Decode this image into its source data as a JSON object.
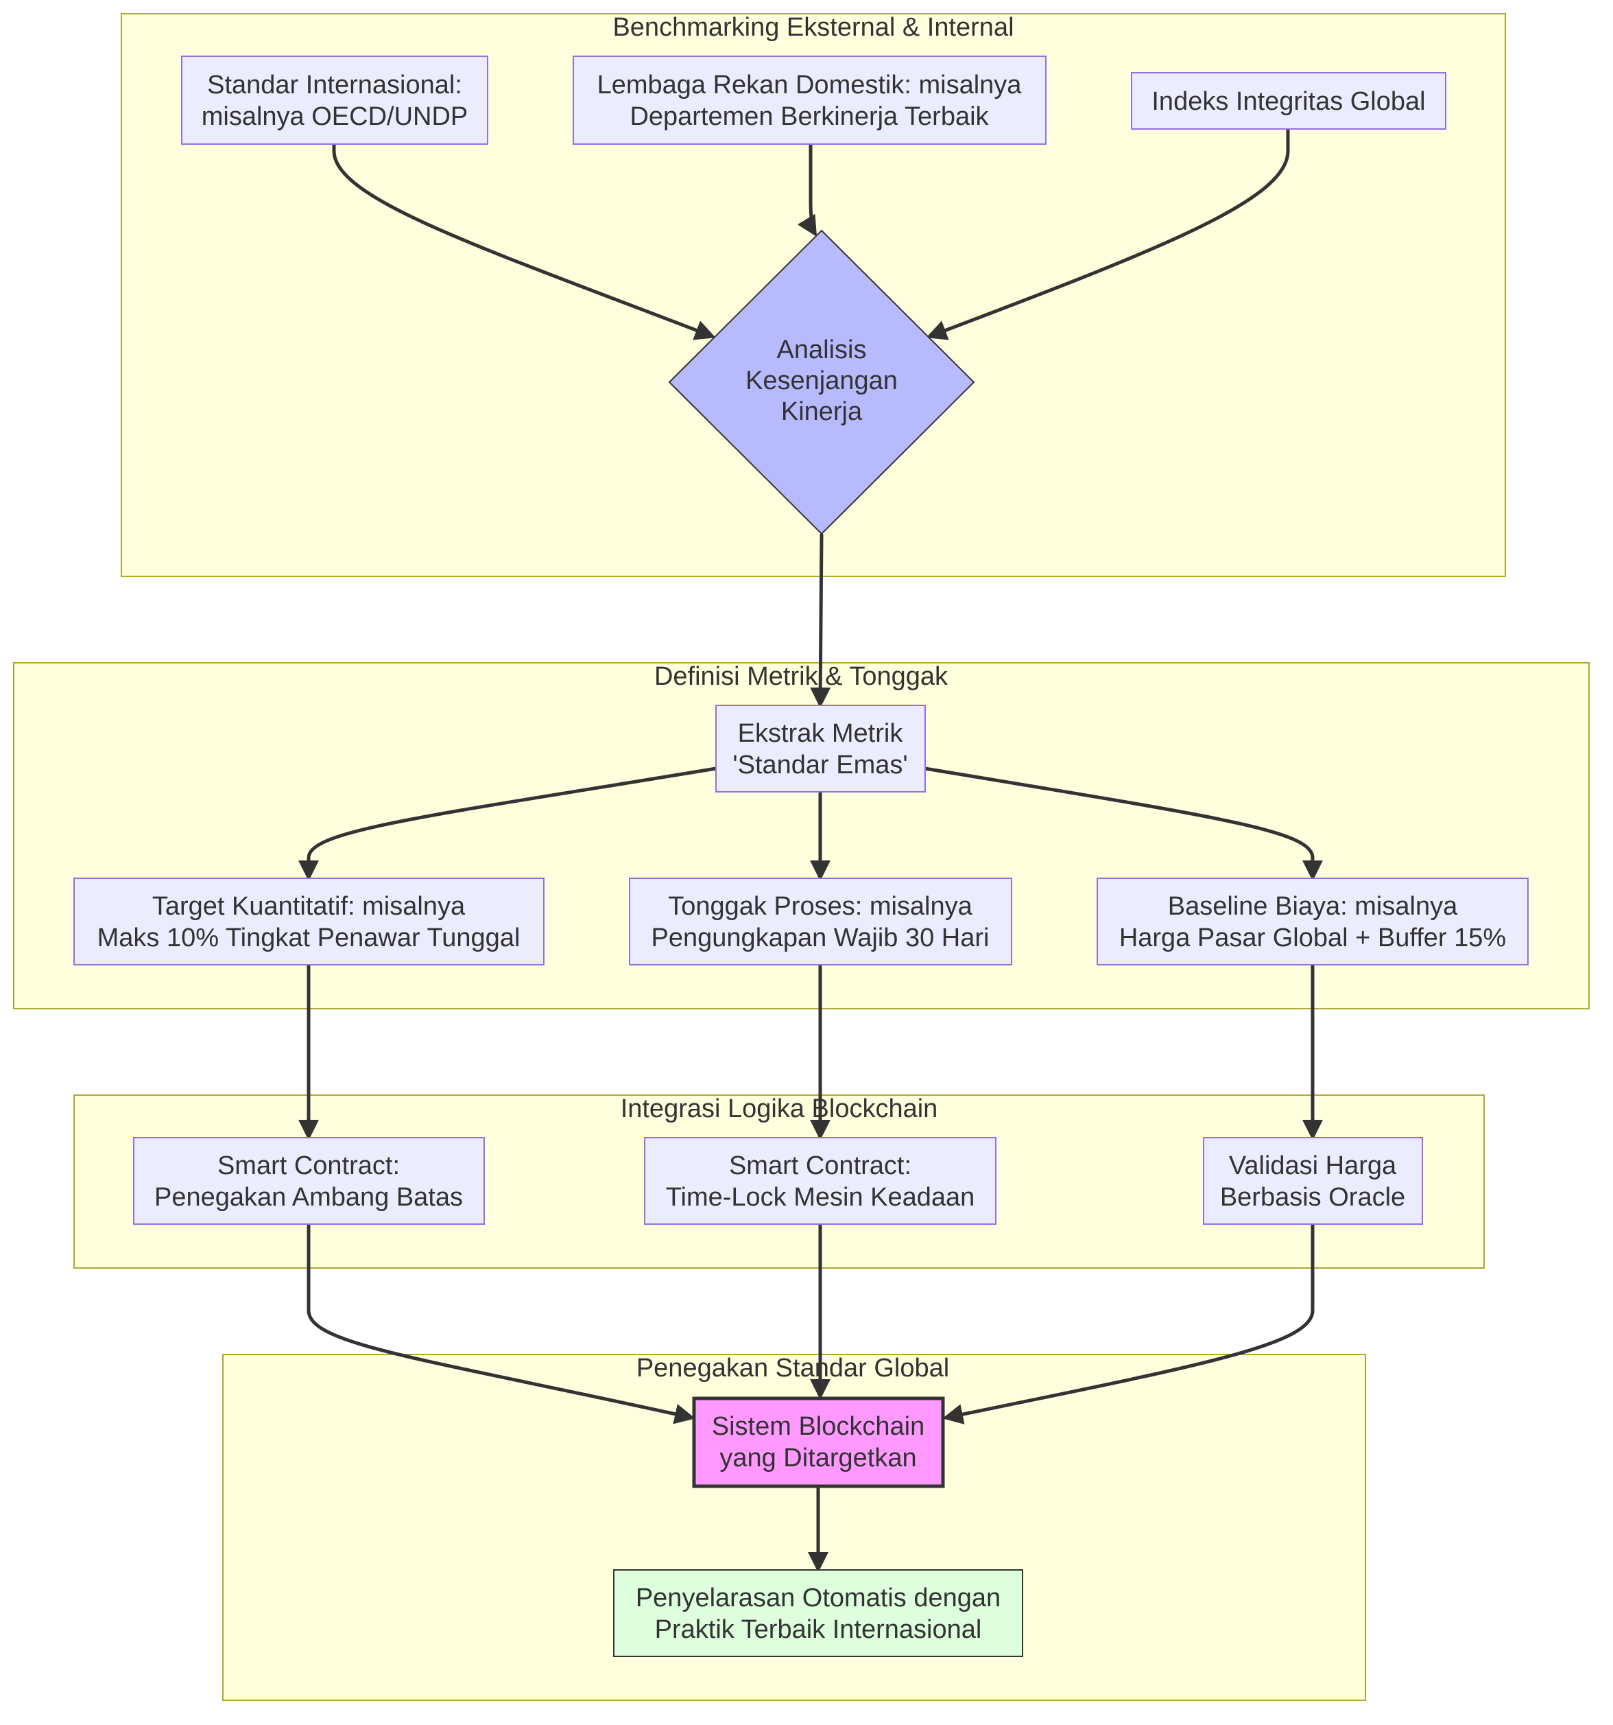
{
  "clusters": {
    "benchmarking": "Benchmarking Eksternal & Internal",
    "metrics": "Definisi Metrik & Tonggak",
    "blockchain": "Integrasi Logika Blockchain",
    "enforcement": "Penegakan Standar Global"
  },
  "nodes": {
    "intl_standard": [
      "Standar Internasional:",
      "misalnya OECD/UNDP"
    ],
    "domestic_peer": [
      "Lembaga Rekan Domestik: misalnya",
      "Departemen Berkinerja Terbaik"
    ],
    "integrity_index": [
      "Indeks Integritas Global"
    ],
    "gap_analysis": [
      "Analisis",
      "Kesenjangan",
      "Kinerja"
    ],
    "extract_metrics": [
      "Ekstrak Metrik",
      "'Standar Emas'"
    ],
    "quant_target": [
      "Target Kuantitatif: misalnya",
      "Maks 10% Tingkat Penawar Tunggal"
    ],
    "process_milestone": [
      "Tonggak Proses: misalnya",
      "Pengungkapan Wajib 30 Hari"
    ],
    "cost_baseline": [
      "Baseline Biaya: misalnya",
      "Harga Pasar Global + Buffer 15%"
    ],
    "sc_threshold": [
      "Smart Contract:",
      "Penegakan Ambang Batas"
    ],
    "sc_timelock": [
      "Smart Contract:",
      "Time-Lock Mesin Keadaan"
    ],
    "oracle_validation": [
      "Validasi Harga",
      "Berbasis Oracle"
    ],
    "target_system": [
      "Sistem Blockchain",
      "yang Ditargetkan"
    ],
    "auto_alignment": [
      "Penyelarasan Otomatis dengan",
      "Praktik Terbaik Internasional"
    ]
  },
  "colors": {
    "cluster_fill": "#ffffde",
    "cluster_stroke": "#aaaa33",
    "node_fill": "#ececff",
    "node_stroke": "#9370db",
    "decision_fill": "#b8baff",
    "target_fill": "#ff99ff",
    "result_fill": "#ddffdd",
    "text": "#333333"
  }
}
